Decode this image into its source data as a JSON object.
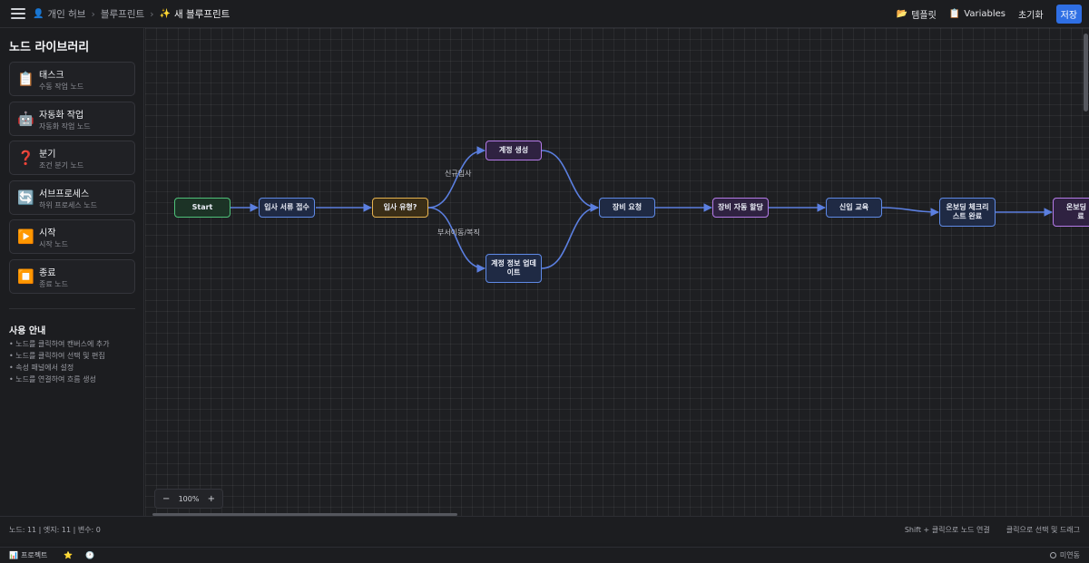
{
  "breadcrumb": {
    "items": [
      {
        "icon": "👤",
        "label": "개인 허브"
      },
      {
        "icon": "",
        "label": "블루프린트"
      },
      {
        "icon": "✨",
        "label": "새 블루프린트"
      }
    ]
  },
  "toolbar": {
    "templates_icon": "📂",
    "templates_label": "템플릿",
    "variables_icon": "📋",
    "variables_label": "Variables",
    "reset_label": "초기화",
    "save_label": "저장"
  },
  "sidebar": {
    "title": "노드 라이브러리",
    "items": [
      {
        "icon": "📋",
        "name": "태스크",
        "desc": "수동 작업 노드"
      },
      {
        "icon": "🤖",
        "name": "자동화 작업",
        "desc": "자동화 작업 노드"
      },
      {
        "icon": "❓",
        "name": "분기",
        "desc": "조건 분기 노드"
      },
      {
        "icon": "🔄",
        "name": "서브프로세스",
        "desc": "하위 프로세스 노드"
      },
      {
        "icon": "▶️",
        "name": "시작",
        "desc": "시작 노드"
      },
      {
        "icon": "⏹️",
        "name": "종료",
        "desc": "종료 노드"
      }
    ],
    "guide_title": "사용 안내",
    "guide": [
      "• 노드를 클릭하여 캔버스에 추가",
      "• 노드를 클릭하여 선택 및 편집",
      "• 속성 패널에서 설정",
      "• 노드를 연결하여 흐름 생성"
    ]
  },
  "canvas": {
    "nodes": [
      {
        "id": "n1",
        "label": "Start",
        "kind": "start"
      },
      {
        "id": "n2",
        "label": "입사 서류 접수",
        "kind": "task"
      },
      {
        "id": "n3",
        "label": "입사 유형?",
        "kind": "decision"
      },
      {
        "id": "n4",
        "label": "계정 생성",
        "kind": "auto"
      },
      {
        "id": "n5",
        "label": "계정 정보 업데\n이트",
        "kind": "task"
      },
      {
        "id": "n6",
        "label": "장비 요청",
        "kind": "task"
      },
      {
        "id": "n7",
        "label": "장비 자동 할당",
        "kind": "auto"
      },
      {
        "id": "n8",
        "label": "신입 교육",
        "kind": "task"
      },
      {
        "id": "n9",
        "label": "온보딩 체크리\n스트 완료",
        "kind": "task"
      },
      {
        "id": "n10",
        "label": "온보딩 완\n료",
        "kind": "auto"
      }
    ],
    "edge_labels": {
      "new_hire": "신규입사",
      "transfer": "부서이동/복직"
    },
    "zoom": {
      "minus": "−",
      "value": "100%",
      "plus": "+"
    }
  },
  "status": {
    "counts": "노드: 11 | 엣지: 11 | 변수: 0",
    "hint_connect": "Shift + 클릭으로 노드 연결",
    "hint_select": "클릭으로 선택 및 드래그"
  },
  "bottombar": {
    "project_icon": "📊",
    "project_label": "프로젝트",
    "star_icon": "⭐",
    "history_icon": "🕐",
    "status_label": "미연동"
  },
  "colors": {
    "accent": "#2f6fe4",
    "edge": "#5b7fe0",
    "start": "#4fc27a",
    "decision": "#e6b34f",
    "automation": "#b57be8",
    "task": "#5f8ae6"
  }
}
